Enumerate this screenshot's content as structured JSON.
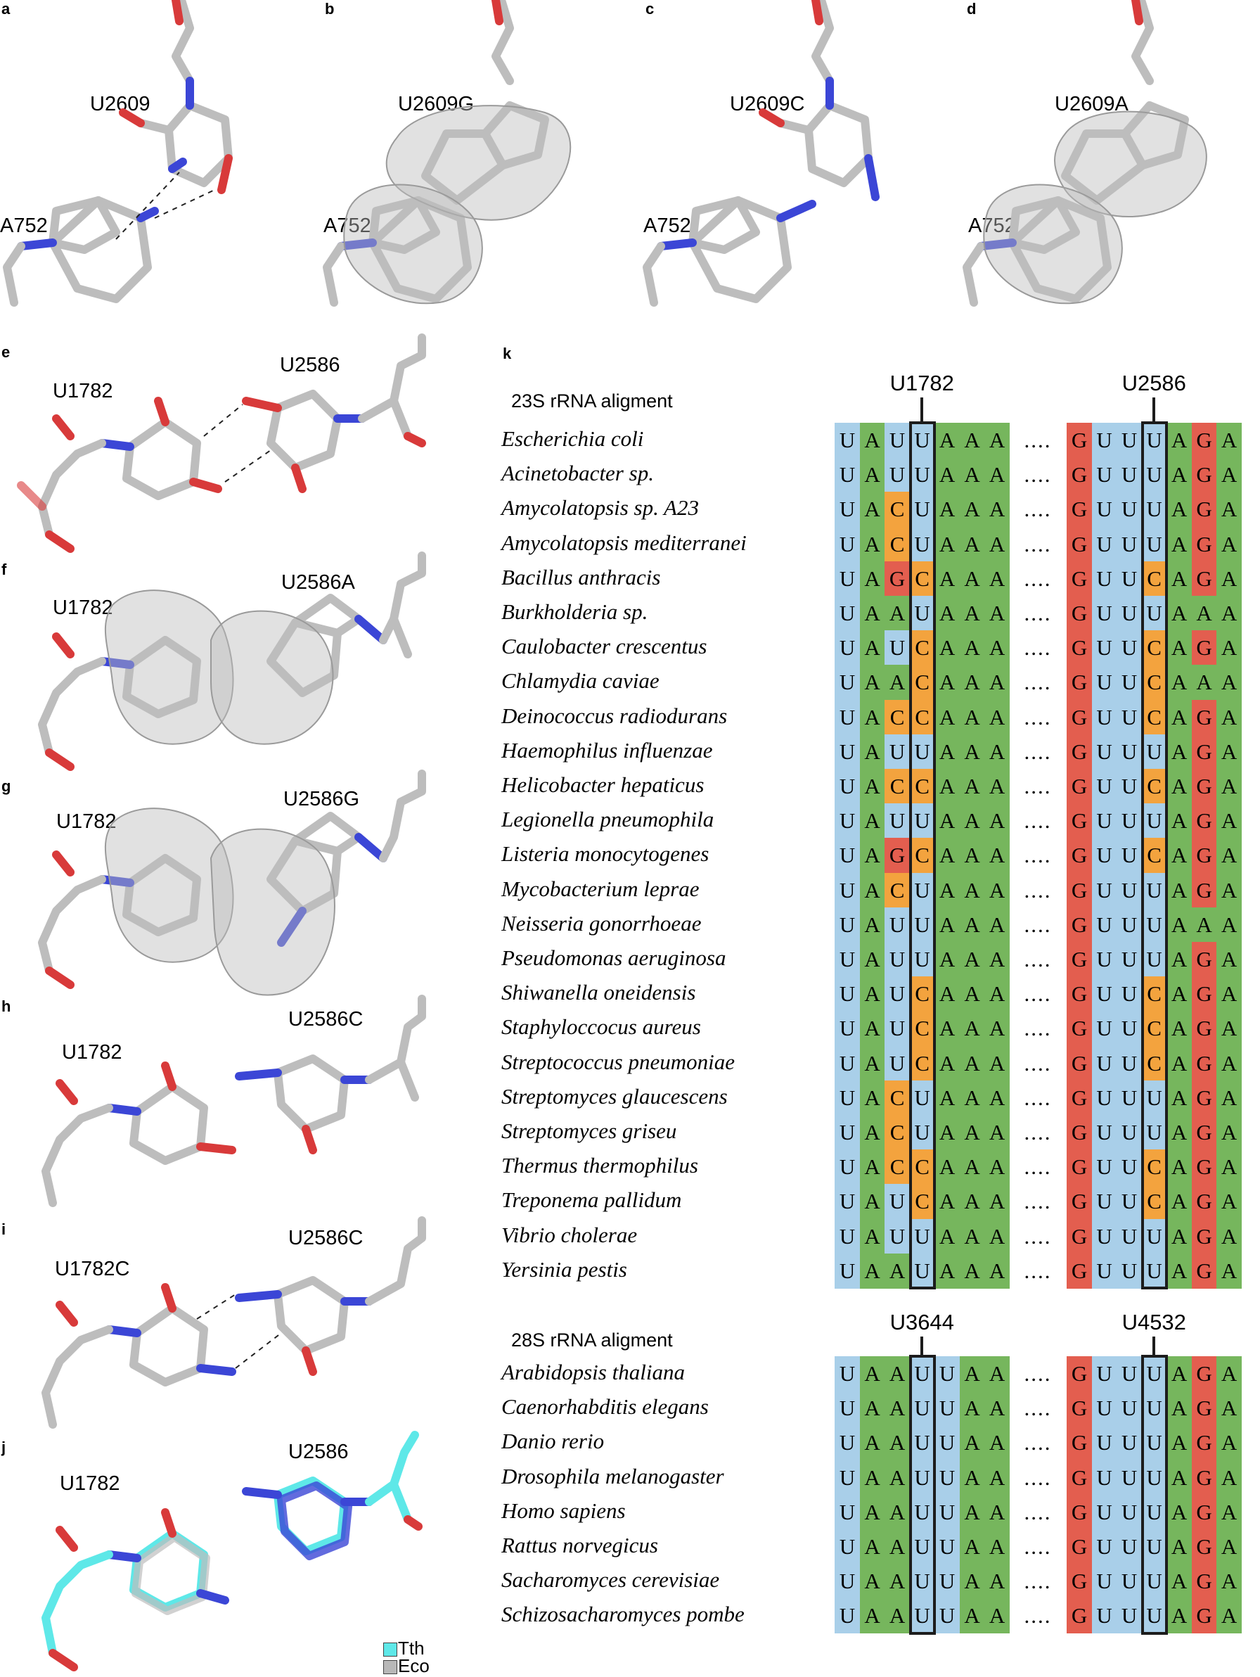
{
  "panels": {
    "a": {
      "letter": "a",
      "labels": [
        "U2609",
        "A752"
      ]
    },
    "b": {
      "letter": "b",
      "labels": [
        "U2609G",
        "A752"
      ]
    },
    "c": {
      "letter": "c",
      "labels": [
        "U2609C",
        "A752"
      ]
    },
    "d": {
      "letter": "d",
      "labels": [
        "U2609A",
        "A752"
      ]
    },
    "e": {
      "letter": "e",
      "labels": [
        "U1782",
        "U2586"
      ]
    },
    "f": {
      "letter": "f",
      "labels": [
        "U1782",
        "U2586A"
      ]
    },
    "g": {
      "letter": "g",
      "labels": [
        "U1782",
        "U2586G"
      ]
    },
    "h": {
      "letter": "h",
      "labels": [
        "U1782",
        "U2586C"
      ]
    },
    "i": {
      "letter": "i",
      "labels": [
        "U1782C",
        "U2586C"
      ]
    },
    "j": {
      "letter": "j",
      "labels": [
        "U1782",
        "U2586"
      ]
    },
    "k": {
      "letter": "k"
    }
  },
  "legend": [
    {
      "label": "Tth",
      "color": "#5ee8e8"
    },
    {
      "label": "Eco",
      "color": "#b8b8b8"
    }
  ],
  "colors": {
    "U": "#a9cfe9",
    "A": "#76b65d",
    "C": "#f3a33e",
    "G": "#e35e4f",
    "bond_C": "#bdbdbd",
    "bond_N": "#3b46d6",
    "bond_O": "#d83a3a"
  },
  "alignments": [
    {
      "title": "23S rRNA aligment",
      "markers": [
        "U1782",
        "U2586"
      ],
      "rows": [
        {
          "species": "Escherichia coli",
          "left": "UAUUAAA",
          "right": "GUUUAGA"
        },
        {
          "species": "Acinetobacter sp.",
          "left": "UAUUAAA",
          "right": "GUUUAGA"
        },
        {
          "species": "Amycolatopsis sp. A23",
          "left": "UACUAAA",
          "right": "GUUUAGA"
        },
        {
          "species": "Amycolatopsis mediterranei",
          "left": "UACUAAA",
          "right": "GUUUAGA"
        },
        {
          "species": "Bacillus anthracis",
          "left": "UAGCAAA",
          "right": "GUUCAGA"
        },
        {
          "species": "Burkholderia sp.",
          "left": "UAAUAAA",
          "right": "GUUUAAA"
        },
        {
          "species": "Caulobacter crescentus",
          "left": "UAUCAAA",
          "right": "GUUCAGA"
        },
        {
          "species": "Chlamydia caviae",
          "left": "UAACAAA",
          "right": "GUUCAAA"
        },
        {
          "species": "Deinococcus radiodurans",
          "left": "UACCAAA",
          "right": "GUUCAGA"
        },
        {
          "species": "Haemophilus influenzae",
          "left": "UAUUAAA",
          "right": "GUUUAGA"
        },
        {
          "species": "Helicobacter hepaticus",
          "left": "UACCAAA",
          "right": "GUUCAGA"
        },
        {
          "species": "Legionella pneumophila",
          "left": "UAUUAAA",
          "right": "GUUUAGA"
        },
        {
          "species": "Listeria monocytogenes",
          "left": "UAGCAAA",
          "right": "GUUCAGA"
        },
        {
          "species": "Mycobacterium leprae",
          "left": "UACUAAA",
          "right": "GUUUAGA"
        },
        {
          "species": "Neisseria gonorrhoeae",
          "left": "UAUUAAA",
          "right": "GUUUAAA"
        },
        {
          "species": "Pseudomonas aeruginosa",
          "left": "UAUUAAA",
          "right": "GUUUAGA"
        },
        {
          "species": "Shiwanella oneidensis",
          "left": "UAUCAAA",
          "right": "GUUCAGA"
        },
        {
          "species": "Staphyloccocus aureus",
          "left": "UAUCAAA",
          "right": "GUUCAGA"
        },
        {
          "species": "Streptococcus pneumoniae",
          "left": "UAUCAAA",
          "right": "GUUCAGA"
        },
        {
          "species": "Streptomyces glaucescens",
          "left": "UACUAAA",
          "right": "GUUUAGA"
        },
        {
          "species": "Streptomyces griseu",
          "left": "UACUAAA",
          "right": "GUUUAGA"
        },
        {
          "species": "Thermus thermophilus",
          "left": "UACCAAA",
          "right": "GUUCAGA"
        },
        {
          "species": "Treponema pallidum",
          "left": "UAUCAAA",
          "right": "GUUCAGA"
        },
        {
          "species": "Vibrio cholerae",
          "left": "UAUUAAA",
          "right": "GUUUAGA"
        },
        {
          "species": "Yersinia pestis",
          "left": "UAAUAAA",
          "right": "GUUUAGA"
        }
      ]
    },
    {
      "title": "28S rRNA aligment",
      "markers": [
        "U3644",
        "U4532"
      ],
      "rows": [
        {
          "species": "Arabidopsis thaliana",
          "left": "UAAUUAA",
          "right": "GUUUAGA"
        },
        {
          "species": "Caenorhabditis elegans",
          "left": "UAAUUAA",
          "right": "GUUUAGA"
        },
        {
          "species": "Danio rerio",
          "left": "UAAUUAA",
          "right": "GUUUAGA"
        },
        {
          "species": "Drosophila melanogaster",
          "left": "UAAUUAA",
          "right": "GUUUAGA"
        },
        {
          "species": "Homo sapiens",
          "left": "UAAUUAA",
          "right": "GUUUAGA"
        },
        {
          "species": "Rattus norvegicus",
          "left": "UAAUUAA",
          "right": "GUUUAGA"
        },
        {
          "species": "Sacharomyces cerevisiae",
          "left": "UAAUUAA",
          "right": "GUUUAGA"
        },
        {
          "species": "Schizosacharomyces pombe",
          "left": "UAAUUAA",
          "right": "GUUUAGA"
        }
      ]
    }
  ],
  "separator": "...."
}
